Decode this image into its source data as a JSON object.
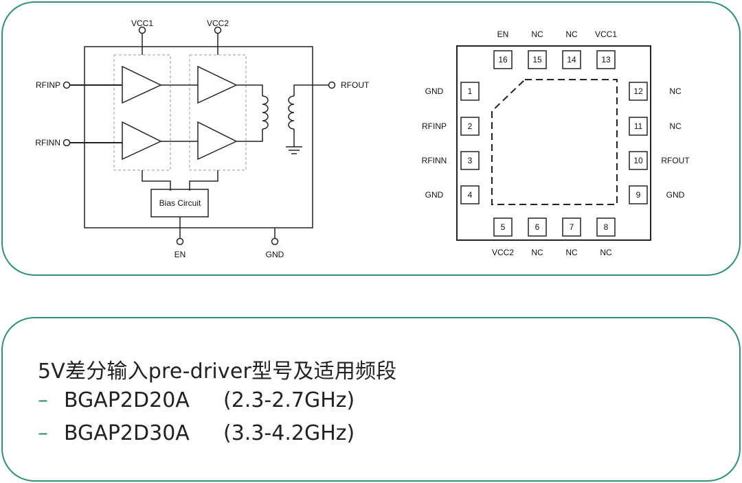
{
  "schematic": {
    "labels": {
      "vcc1": "VCC1",
      "vcc2": "VCC2",
      "rfinp": "RFINP",
      "rfinn": "RFINN",
      "rfout": "RFOUT",
      "bias": "Bias Circuit",
      "en": "EN",
      "gnd": "GND"
    }
  },
  "package": {
    "top": [
      {
        "num": "16",
        "name": "EN"
      },
      {
        "num": "15",
        "name": "NC"
      },
      {
        "num": "14",
        "name": "NC"
      },
      {
        "num": "13",
        "name": "VCC1"
      }
    ],
    "left": [
      {
        "num": "1",
        "name": "GND"
      },
      {
        "num": "2",
        "name": "RFINP"
      },
      {
        "num": "3",
        "name": "RFINN"
      },
      {
        "num": "4",
        "name": "GND"
      }
    ],
    "right": [
      {
        "num": "12",
        "name": "NC"
      },
      {
        "num": "11",
        "name": "NC"
      },
      {
        "num": "10",
        "name": "RFOUT"
      },
      {
        "num": "9",
        "name": "GND"
      }
    ],
    "bottom": [
      {
        "num": "5",
        "name": "VCC2"
      },
      {
        "num": "6",
        "name": "NC"
      },
      {
        "num": "7",
        "name": "NC"
      },
      {
        "num": "8",
        "name": "NC"
      }
    ]
  },
  "info": {
    "heading": "5V差分输入pre-driver型号及适用频段",
    "dash": "–",
    "models": [
      {
        "name": "BGAP2D20A",
        "band": "(2.3-2.7GHz)"
      },
      {
        "name": "BGAP2D30A",
        "band": "(3.3-4.2GHz)"
      }
    ]
  }
}
